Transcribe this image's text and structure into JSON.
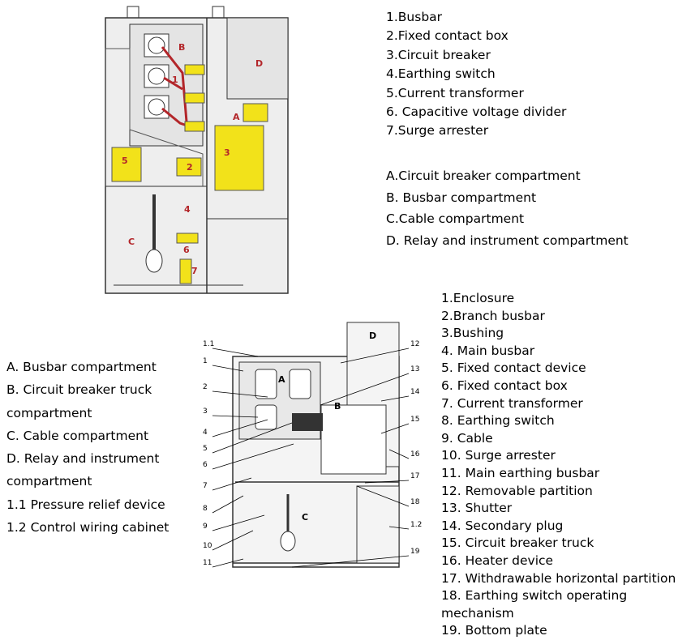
{
  "top_legend_numbers": [
    "1.Busbar",
    "2.Fixed contact box",
    "3.Circuit breaker",
    "4.Earthing switch",
    "5.Current transformer",
    "6. Capacitive voltage divider",
    "7.Surge arrester"
  ],
  "top_legend_letters": [
    "A.Circuit breaker compartment",
    "B. Busbar compartment",
    "C.Cable compartment",
    "D. Relay and instrument compartment"
  ],
  "left_legend": [
    "A. Busbar compartment",
    "B. Circuit breaker truck compartment",
    "C. Cable compartment",
    "D. Relay and instrument compartment",
    "1.1 Pressure relief device",
    "1.2 Control wiring cabinet"
  ],
  "right_legend": [
    "1.Enclosure",
    "2.Branch busbar",
    "3.Bushing",
    "4. Main busbar",
    "5. Fixed contact device",
    "6. Fixed contact box",
    "7. Current transformer",
    "8. Earthing switch",
    "9. Cable",
    "10. Surge arrester",
    "11. Main earthing busbar",
    "12. Removable partition",
    "13. Shutter",
    "14. Secondary plug",
    "15. Circuit breaker truck",
    "16. Heater device",
    "17. Withdrawable horizontal partition",
    "18. Earthing switch operating mechanism",
    "19. Bottom plate"
  ],
  "top_diagram": {
    "compartment_labels": [
      "B",
      "D",
      "A",
      "C"
    ],
    "part_labels": [
      "1",
      "2",
      "3",
      "4",
      "5",
      "6",
      "7"
    ]
  },
  "bottom_diagram": {
    "compartment_labels": [
      "A",
      "B",
      "C",
      "D"
    ],
    "callouts_left": [
      "1.1",
      "1",
      "2",
      "3",
      "4",
      "5",
      "6",
      "7",
      "8",
      "9",
      "10",
      "11"
    ],
    "callouts_right": [
      "12",
      "13",
      "14",
      "15",
      "16",
      "17",
      "18",
      "1.2",
      "19"
    ]
  },
  "colors": {
    "yellow": "#f2e21a",
    "busbar_red": "#b3262a",
    "panel_fill": "#eeeeee",
    "outline": "#333333"
  }
}
